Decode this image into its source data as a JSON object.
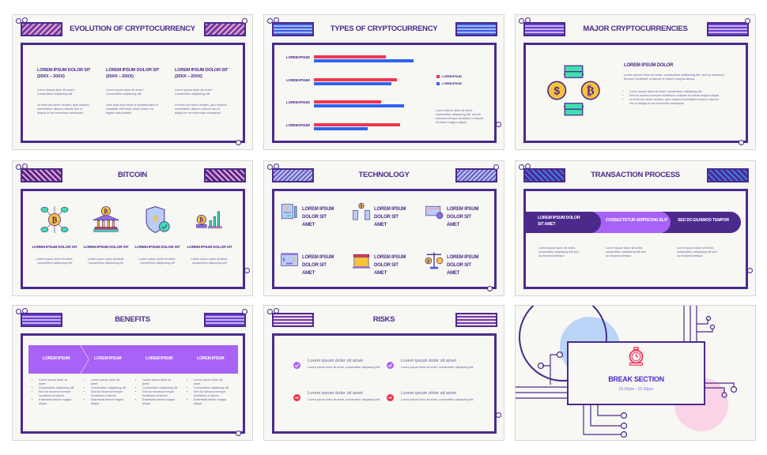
{
  "slides": [
    {
      "title": "EVOLUTION OF CRYPTOCURRENCY",
      "columns": [
        {
          "heading": "LOREM IPSUM DOLOR SIT",
          "period": "(20XX – 20XX)",
          "sub": "Lorem ipsum dolor sit amet / Consectetur adipiscing elit",
          "body": "Ut enim ad minim veniam, quis nostrud exercitation ullamco laboris nisi ut aliquip ex ea commodo consequat."
        },
        {
          "heading": "LOREM IPSUM DOLOR SIT",
          "period": "(20XX – 20XX)",
          "sub": "Lorem ipsum dolor sit amet / Consectetur adipiscing elit",
          "body": "Duis aute irure dolor in reprehenderit in voluptate velit esse cillum dolore eu fugiat nulla pariatur."
        },
        {
          "heading": "LOREM IPSUM DOLOR SIT",
          "period": "(20XX – 20XX)",
          "sub": "Lorem ipsum dolor sit amet / Consectetur adipiscing elit",
          "body": "Ut enim ad minim veniam, quis nostrud exercitation ullamco laboris nisi ut aliquip ex ea commodo consequat."
        }
      ]
    },
    {
      "title": "TYPES OF CRYPTOCURRENCY",
      "legend": [
        "LOREM IPSUM",
        "LOREM IPSUM"
      ],
      "text": "Lorem ipsum dolor sit amet, consectetur adipiscing elit, sed do eiusmod tempor incididunt ut labore et dolore magna aliqua."
    },
    {
      "title": "MAJOR CRYPTOCURRENCIES",
      "heading": "LOREM IPSUM DOLOR",
      "text": "Lorem ipsum dolor sit amet, consectetur adipiscing elit, sed do eiusmod tempor incididunt ut labore et dolore magna aliqua.",
      "bullets": [
        "Lorem ipsum dolor sit amet, consectetur adipiscing elit",
        "Sed do eiusmod tempor incididunt ut labore et dolore magna aliqua",
        "Ut enim ad minim veniam, quis nostrud exercitation ullamco laboris nisi ut aliquip ex ea commodo consequat"
      ]
    },
    {
      "title": "BITCOIN",
      "items": [
        {
          "icon": "bitcoin-network-icon",
          "heading": "LOREM IPSUM DOLOR SIT",
          "text": "Lorem ipsum dolor sit amet, consectetur adipiscing elit"
        },
        {
          "icon": "bitcoin-bank-icon",
          "heading": "LOREM IPSUM DOLOR SIT",
          "text": "Lorem ipsum dolor sit amet, consectetur adipiscing elit"
        },
        {
          "icon": "bitcoin-shield-icon",
          "heading": "LOREM IPSUM DOLOR SIT",
          "text": "Lorem ipsum dolor sit amet, consectetur adipiscing elit"
        },
        {
          "icon": "bitcoin-growth-chart-icon",
          "heading": "LOREM IPSUM DOLOR SIT",
          "text": "Lorem ipsum dolor sit amet, consectetur adipiscing elit"
        }
      ]
    },
    {
      "title": "TECHNOLOGY",
      "items": [
        {
          "icon": "bitcoin-contract-icon",
          "text": "LOREM IPSUM DOLOR SIT AMET"
        },
        {
          "icon": "phone-transfer-icon",
          "text": "LOREM IPSUM DOLOR SIT AMET"
        },
        {
          "icon": "credit-card-icon",
          "text": "LOREM IPSUM DOLOR SIT AMET"
        },
        {
          "icon": "exchange-browser-icon",
          "text": "LOREM IPSUM DOLOR SIT AMET"
        },
        {
          "icon": "bitcoin-store-icon",
          "text": "LOREM IPSUM DOLOR SIT AMET"
        },
        {
          "icon": "balance-scale-icon",
          "text": "LOREM IPSUM DOLOR SIT AMET"
        }
      ]
    },
    {
      "title": "TRANSACTION PROCESS",
      "steps": [
        {
          "label": "LOREM IPSUM DOLOR SIT AMET",
          "text": "Lorem ipsum dolor sit amet, consectetur adipiscing elit sed do eiusmod tempor"
        },
        {
          "label": "CONSECTETUR ADIPISCING ELIT",
          "text": "Lorem ipsum dolor sit amet, consectetur adipiscing elit sed do eiusmod tempor"
        },
        {
          "label": "SED DO EIUSMOD TEMPOR",
          "text": "Lorem ipsum dolor sit amet, consectetur adipiscing elit sed do eiusmod tempor"
        }
      ]
    },
    {
      "title": "BENEFITS",
      "columns": [
        {
          "label": "LOREM IPSUM",
          "bullets": [
            "Lorem ipsum dolor sit amet",
            "Consectetur adipiscing elit",
            "Sed do eiusmod tempor incididunt ut labore",
            "Edsefsdat dolore magna aliqua"
          ]
        },
        {
          "label": "LOREM IPSUM",
          "bullets": [
            "Lorem ipsum dolor sit amet",
            "Consectetur adipiscing elit",
            "Sed do eiusmod tempor incididunt ut labore",
            "Edsefsdat dolore magna aliqua"
          ]
        },
        {
          "label": "LOREM IPSUM",
          "bullets": [
            "Lorem ipsum dolor sit amet",
            "Consectetur adipiscing elit",
            "Sed do eiusmod tempor incididunt ut labore",
            "Edsefsdat dolore magna aliqua"
          ]
        },
        {
          "label": "LOREM IPSUM",
          "bullets": [
            "Lorem ipsum dolor sit amet",
            "Consectetur adipiscing elit",
            "Sed do eiusmod tempor incididunt ut labore",
            "Edsefsdat dolore magna aliqua"
          ]
        }
      ]
    },
    {
      "title": "RISKS",
      "items": [
        {
          "icon": "check-circle-icon",
          "heading": "Lorem ipsum dolor sit amet",
          "text": "Lorem ipsum dolor sit amet, consectetur adipiscing elit"
        },
        {
          "icon": "check-circle-icon",
          "heading": "Lorem ipsum dolor sit amet",
          "text": "Lorem ipsum dolor sit amet, consectetur adipiscing elit"
        },
        {
          "icon": "minus-circle-icon",
          "heading": "Lorem ipsum dolor sit amet",
          "text": "Lorem ipsum dolor sit amet, consectetur adipiscing elit"
        },
        {
          "icon": "minus-circle-icon",
          "heading": "Lorem ipsum dolor sit amet",
          "text": "Lorem ipsum dolor sit amet, consectetur adipiscing elit"
        }
      ]
    },
    {
      "title": "BREAK SECTION",
      "time": "01:00pm - 01:30pm",
      "icon": "stopwatch-icon"
    }
  ],
  "chart_data": {
    "type": "bar",
    "orientation": "horizontal",
    "categories": [
      "LOREM IPSUM",
      "LOREM IPSUM",
      "LOREM IPSUM",
      "LOREM IPSUM"
    ],
    "series": [
      {
        "name": "LOREM IPSUM",
        "color": "#f0344f",
        "values": [
          70,
          81,
          65,
          84
        ]
      },
      {
        "name": "LOREM IPSUM",
        "color": "#2f64f0",
        "values": [
          97,
          75,
          88,
          52
        ]
      }
    ],
    "legend": "right",
    "grid": false
  },
  "colors": {
    "primary": "#4b2a8c",
    "accent": "#a862f5",
    "red": "#f0344f",
    "blue": "#2f64f0",
    "gold": "#f7c23a",
    "teal": "#3fe0b0"
  }
}
